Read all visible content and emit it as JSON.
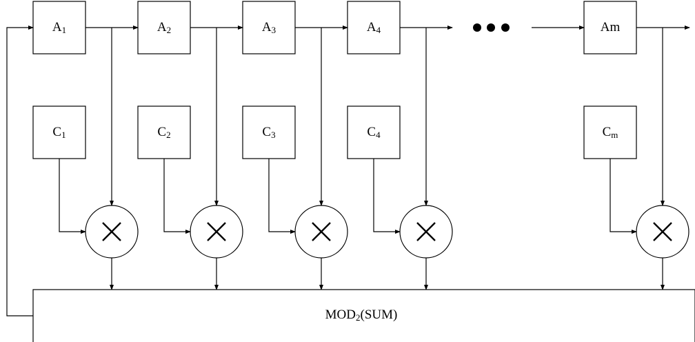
{
  "stages": [
    {
      "a_main": "A",
      "a_sub": "1",
      "c_main": "C",
      "c_sub": "1"
    },
    {
      "a_main": "A",
      "a_sub": "2",
      "c_main": "C",
      "c_sub": "2"
    },
    {
      "a_main": "A",
      "a_sub": "3",
      "c_main": "C",
      "c_sub": "3"
    },
    {
      "a_main": "A",
      "a_sub": "4",
      "c_main": "C",
      "c_sub": "4"
    },
    {
      "a_main": "Am",
      "a_sub": "",
      "c_main": "C",
      "c_sub": "m"
    }
  ],
  "sum_box": {
    "main": "MOD",
    "sub": "2",
    "rest": "(SUM)"
  },
  "multiply_symbol": "×",
  "colors": {
    "stroke": "#000000",
    "fill": "#ffffff"
  }
}
